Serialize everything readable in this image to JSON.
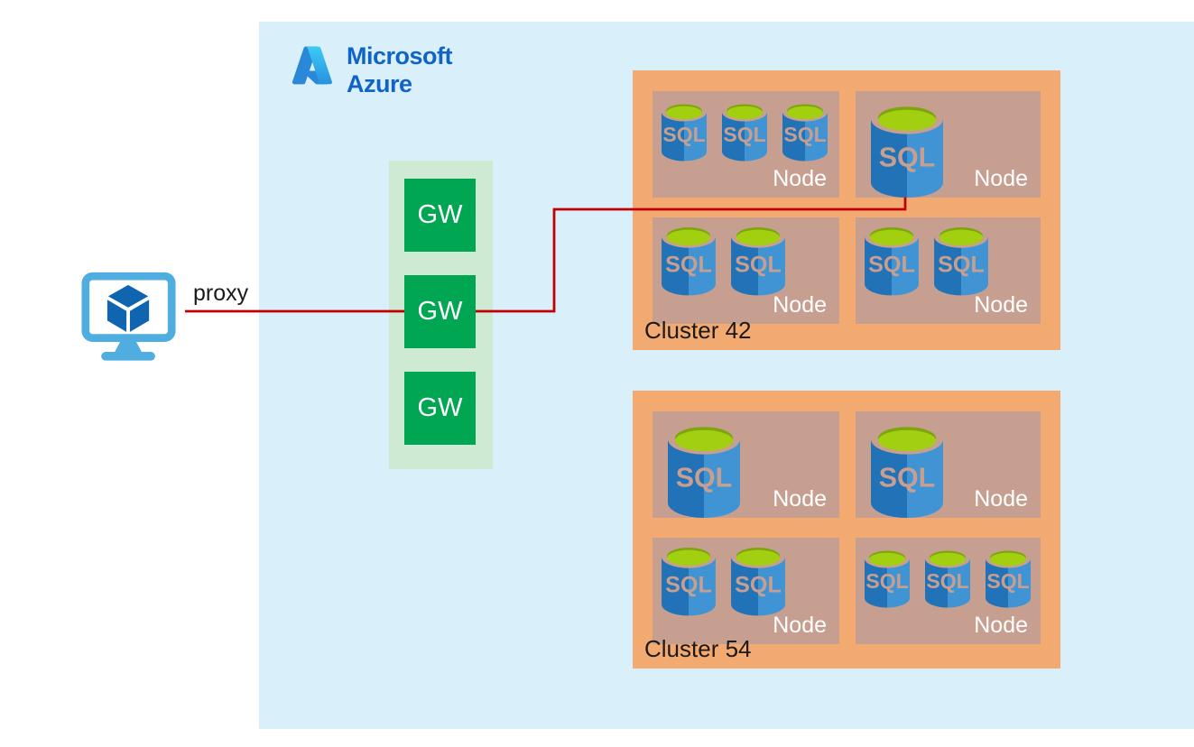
{
  "logo": {
    "line1": "Microsoft",
    "line2": "Azure",
    "icon": "azure-a-icon"
  },
  "connection": {
    "label": "proxy",
    "color": "#c00000"
  },
  "client": {
    "icon": "vm-monitor-icon"
  },
  "gateways": {
    "items": [
      {
        "label": "GW"
      },
      {
        "label": "GW"
      },
      {
        "label": "GW"
      }
    ]
  },
  "clusters": {
    "items": [
      {
        "label": "Cluster 42",
        "nodes": [
          {
            "label": "Node",
            "databases": [
              "small",
              "small",
              "small"
            ]
          },
          {
            "label": "Node",
            "databases": [
              "large"
            ]
          },
          {
            "label": "Node",
            "databases": [
              "medium",
              "medium"
            ]
          },
          {
            "label": "Node",
            "databases": [
              "medium",
              "medium"
            ]
          }
        ]
      },
      {
        "label": "Cluster 54",
        "nodes": [
          {
            "label": "Node",
            "databases": [
              "large"
            ]
          },
          {
            "label": "Node",
            "databases": [
              "large"
            ]
          },
          {
            "label": "Node",
            "databases": [
              "medium",
              "medium"
            ]
          },
          {
            "label": "Node",
            "databases": [
              "small",
              "small",
              "small"
            ]
          }
        ]
      }
    ]
  },
  "database": {
    "label": "SQL",
    "icon": "sql-cylinder-icon"
  },
  "colors": {
    "page": "#ffffff",
    "azure_panel": "#d9f0fb",
    "cluster_orange": "#f3aa70",
    "node_tan": "#c79f90",
    "gateway_bg": "#cfead2",
    "gateway_green": "#00a651",
    "connection_red": "#c00000",
    "client_blue": "#4faedf",
    "cube_blue": "#1065b0",
    "sql_blue_left": "#2272b8",
    "sql_blue_right": "#4094d4",
    "sql_green": "#a2cf10",
    "sql_green_dark": "#7ea50d",
    "logo_text_blue": "#1064c8",
    "label_dark": "#1a1a1a",
    "node_label_white": "#ffffff"
  }
}
